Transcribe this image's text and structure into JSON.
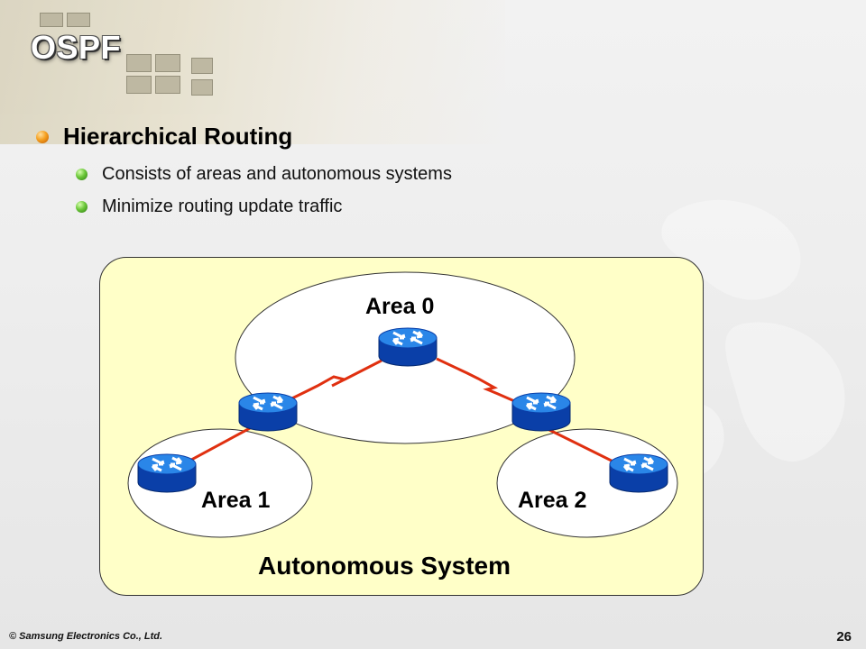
{
  "slide": {
    "title": "OSPF",
    "heading": "Hierarchical Routing",
    "bullets": [
      "Consists of areas and autonomous systems",
      "Minimize routing update traffic"
    ]
  },
  "diagram": {
    "areas": {
      "backbone": "Area 0",
      "left": "Area 1",
      "right": "Area 2"
    },
    "container_label": "Autonomous System",
    "router_icon": "router-icon",
    "colors": {
      "area_fill": "#ffffff",
      "container_fill": "#ffffc8",
      "router_top": "#1e78e0",
      "router_body": "#0a3fa8",
      "link": "#e03010"
    }
  },
  "footer": {
    "copyright": "© Samsung Electronics Co., Ltd.",
    "page_number": "26"
  }
}
